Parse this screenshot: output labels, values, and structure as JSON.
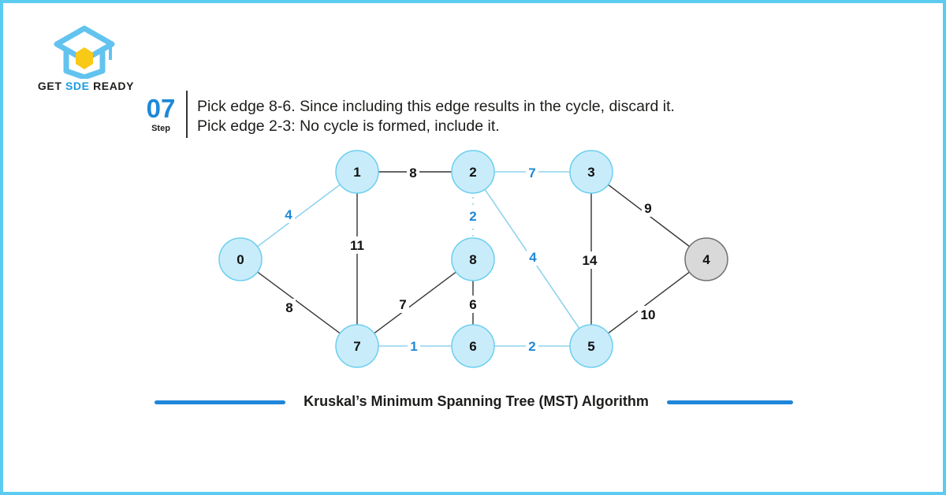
{
  "brand": {
    "part1": "GET ",
    "part2": "SDE",
    "part3": " READY"
  },
  "step": {
    "number": "07",
    "label": "Step"
  },
  "description": [
    "Pick edge 8-6. Since including this edge results in the cycle, discard it.",
    "Pick edge 2-3: No cycle is formed, include it."
  ],
  "caption": "Kruskal’s Minimum Spanning Tree (MST) Algorithm",
  "colors": {
    "accent": "#1e88d8",
    "node_fill": "#c9ecfb",
    "node_stroke": "#6ccfee",
    "rejected_fill": "#d9d9d9",
    "rejected_stroke": "#707070",
    "edge_default": "#333333",
    "edge_selected": "#8fd3ef",
    "label_default": "#111111",
    "label_selected": "#1e88d8",
    "frame": "#5ccbf0"
  },
  "graph": {
    "nodes": [
      {
        "id": "0",
        "state": "normal"
      },
      {
        "id": "1",
        "state": "normal"
      },
      {
        "id": "2",
        "state": "normal"
      },
      {
        "id": "3",
        "state": "normal"
      },
      {
        "id": "4",
        "state": "rejected"
      },
      {
        "id": "5",
        "state": "normal"
      },
      {
        "id": "6",
        "state": "normal"
      },
      {
        "id": "7",
        "state": "normal"
      },
      {
        "id": "8",
        "state": "normal"
      }
    ],
    "edges": [
      {
        "from": "0",
        "to": "1",
        "weight": "4",
        "selected": true
      },
      {
        "from": "1",
        "to": "2",
        "weight": "8",
        "selected": false
      },
      {
        "from": "2",
        "to": "3",
        "weight": "7",
        "selected": true
      },
      {
        "from": "3",
        "to": "4",
        "weight": "9",
        "selected": false
      },
      {
        "from": "1",
        "to": "7",
        "weight": "11",
        "selected": false
      },
      {
        "from": "2",
        "to": "8",
        "weight": "2",
        "selected": true,
        "dashed": true
      },
      {
        "from": "2",
        "to": "5",
        "weight": "4",
        "selected": true
      },
      {
        "from": "3",
        "to": "5",
        "weight": "14",
        "selected": false
      },
      {
        "from": "0",
        "to": "7",
        "weight": "8",
        "selected": false
      },
      {
        "from": "8",
        "to": "7",
        "weight": "7",
        "selected": false
      },
      {
        "from": "8",
        "to": "6",
        "weight": "6",
        "selected": false,
        "discarded": true
      },
      {
        "from": "4",
        "to": "5",
        "weight": "10",
        "selected": false
      },
      {
        "from": "7",
        "to": "6",
        "weight": "1",
        "selected": true
      },
      {
        "from": "6",
        "to": "5",
        "weight": "2",
        "selected": true
      }
    ]
  }
}
